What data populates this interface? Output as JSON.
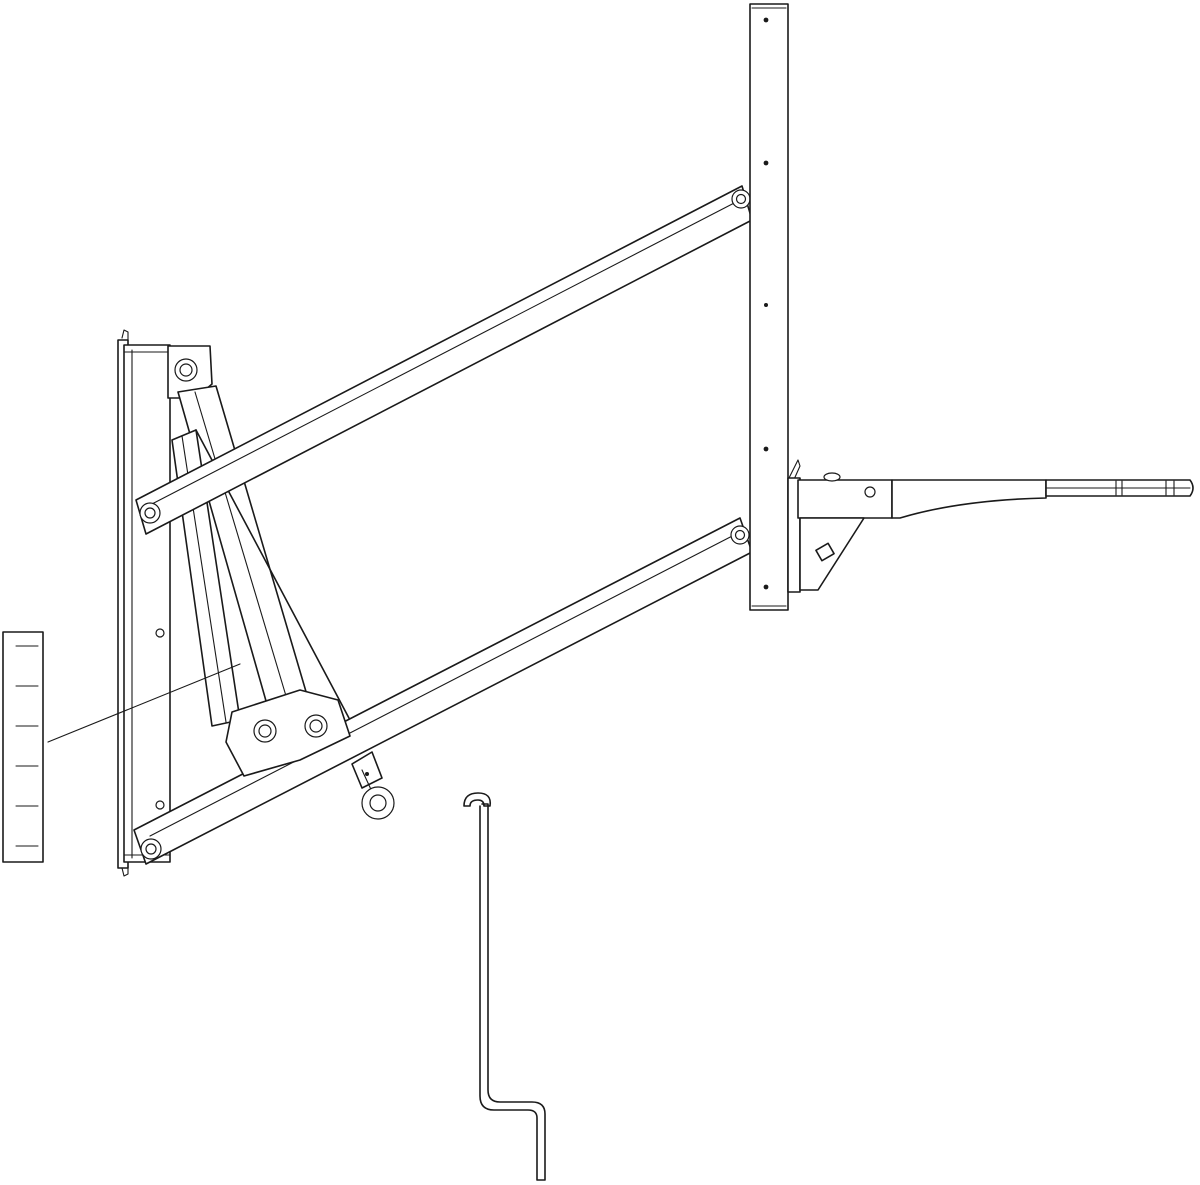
{
  "diagram": {
    "kind": "technical line drawing",
    "parts": [
      "wall-bracket",
      "mounting-plate",
      "upper-arm",
      "lower-arm",
      "gas-strut",
      "eye-bolt",
      "backboard-mount",
      "rim-bracket",
      "crank-handle",
      "height-scale",
      "scale-pointer"
    ],
    "height_scale": {
      "tick_count": 6,
      "tick_labels": [
        "",
        "",
        "",
        "",
        "",
        ""
      ]
    },
    "colors": {
      "stroke": "#1a1a1a",
      "background": "#ffffff"
    }
  }
}
